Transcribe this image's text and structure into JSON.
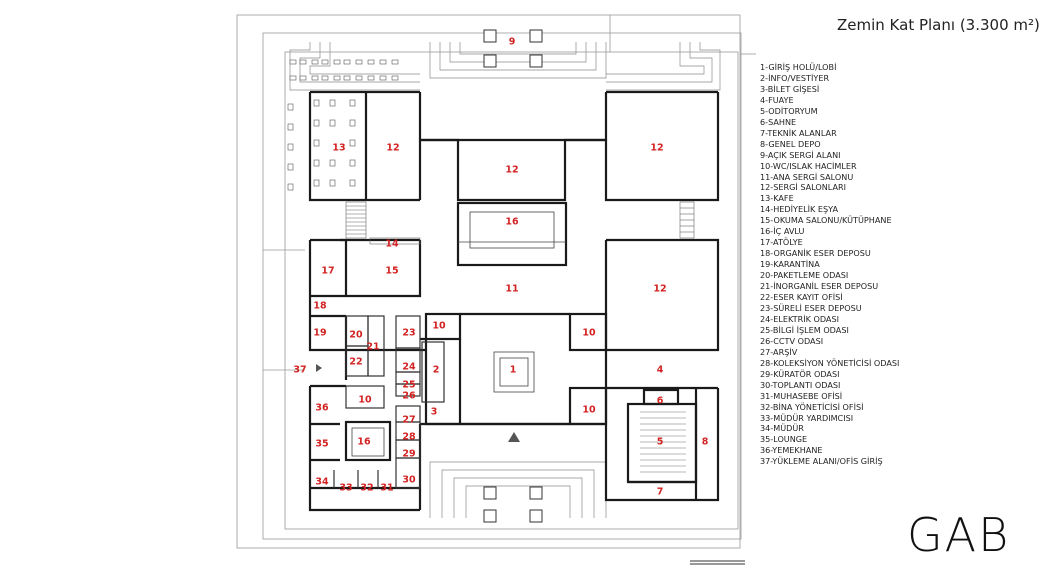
{
  "title": "Zemin Kat Planı (3.300 m²)",
  "logo": "GAB",
  "legend": [
    "1-GİRİŞ HOLÜ/LOBİ",
    "2-İNFO/VESTİYER",
    "3-BİLET GİŞESİ",
    "4-FUAYE",
    "5-ODİTORYUM",
    "6-SAHNE",
    "7-TEKNİK ALANLAR",
    "8-GENEL DEPO",
    "9-AÇIK SERGİ ALANI",
    "10-WC/ISLAK HACİMLER",
    "11-ANA SERGİ SALONU",
    "12-SERGİ SALONLARI",
    "13-KAFE",
    "14-HEDİYELİK EŞYA",
    "15-OKUMA SALONU/KÜTÜPHANE",
    "16-İÇ AVLU",
    "17-ATÖLYE",
    "18-ORGANİK ESER DEPOSU",
    "19-KARANTİNA",
    "20-PAKETLEME ODASI",
    "21-İNORGANİL ESER DEPOSU",
    "22-ESER KAYIT OFİSİ",
    "23-SÜRELİ ESER DEPOSU",
    "24-ELEKTRİK ODASI",
    "25-BİLGİ İŞLEM ODASI",
    "26-CCTV ODASI",
    "27-ARŞİV",
    "28-KOLEKSİYON YÖNETİCİSİ ODASI",
    "29-KÜRATÖR ODASI",
    "30-TOPLANTI ODASI",
    "31-MUHASEBE OFİSİ",
    "32-BİNA YÖNETİCİSİ OFİSİ",
    "33-MÜDÜR YARDIMCISI",
    "34-MÜDÜR",
    "35-LOUNGE",
    "36-YEMEKHANE",
    "37-YÜKLEME ALANI/OFİS GİRİŞ"
  ],
  "room_labels": [
    "9",
    "13",
    "12",
    "12",
    "12",
    "16",
    "14",
    "17",
    "15",
    "11",
    "12",
    "18",
    "19",
    "20",
    "21",
    "23",
    "10",
    "10",
    "22",
    "24",
    "2",
    "1",
    "4",
    "37",
    "25",
    "26",
    "10",
    "36",
    "10",
    "3",
    "6",
    "27",
    "16",
    "35",
    "28",
    "5",
    "8",
    "29",
    "34",
    "33",
    "32",
    "31",
    "30",
    "7"
  ]
}
